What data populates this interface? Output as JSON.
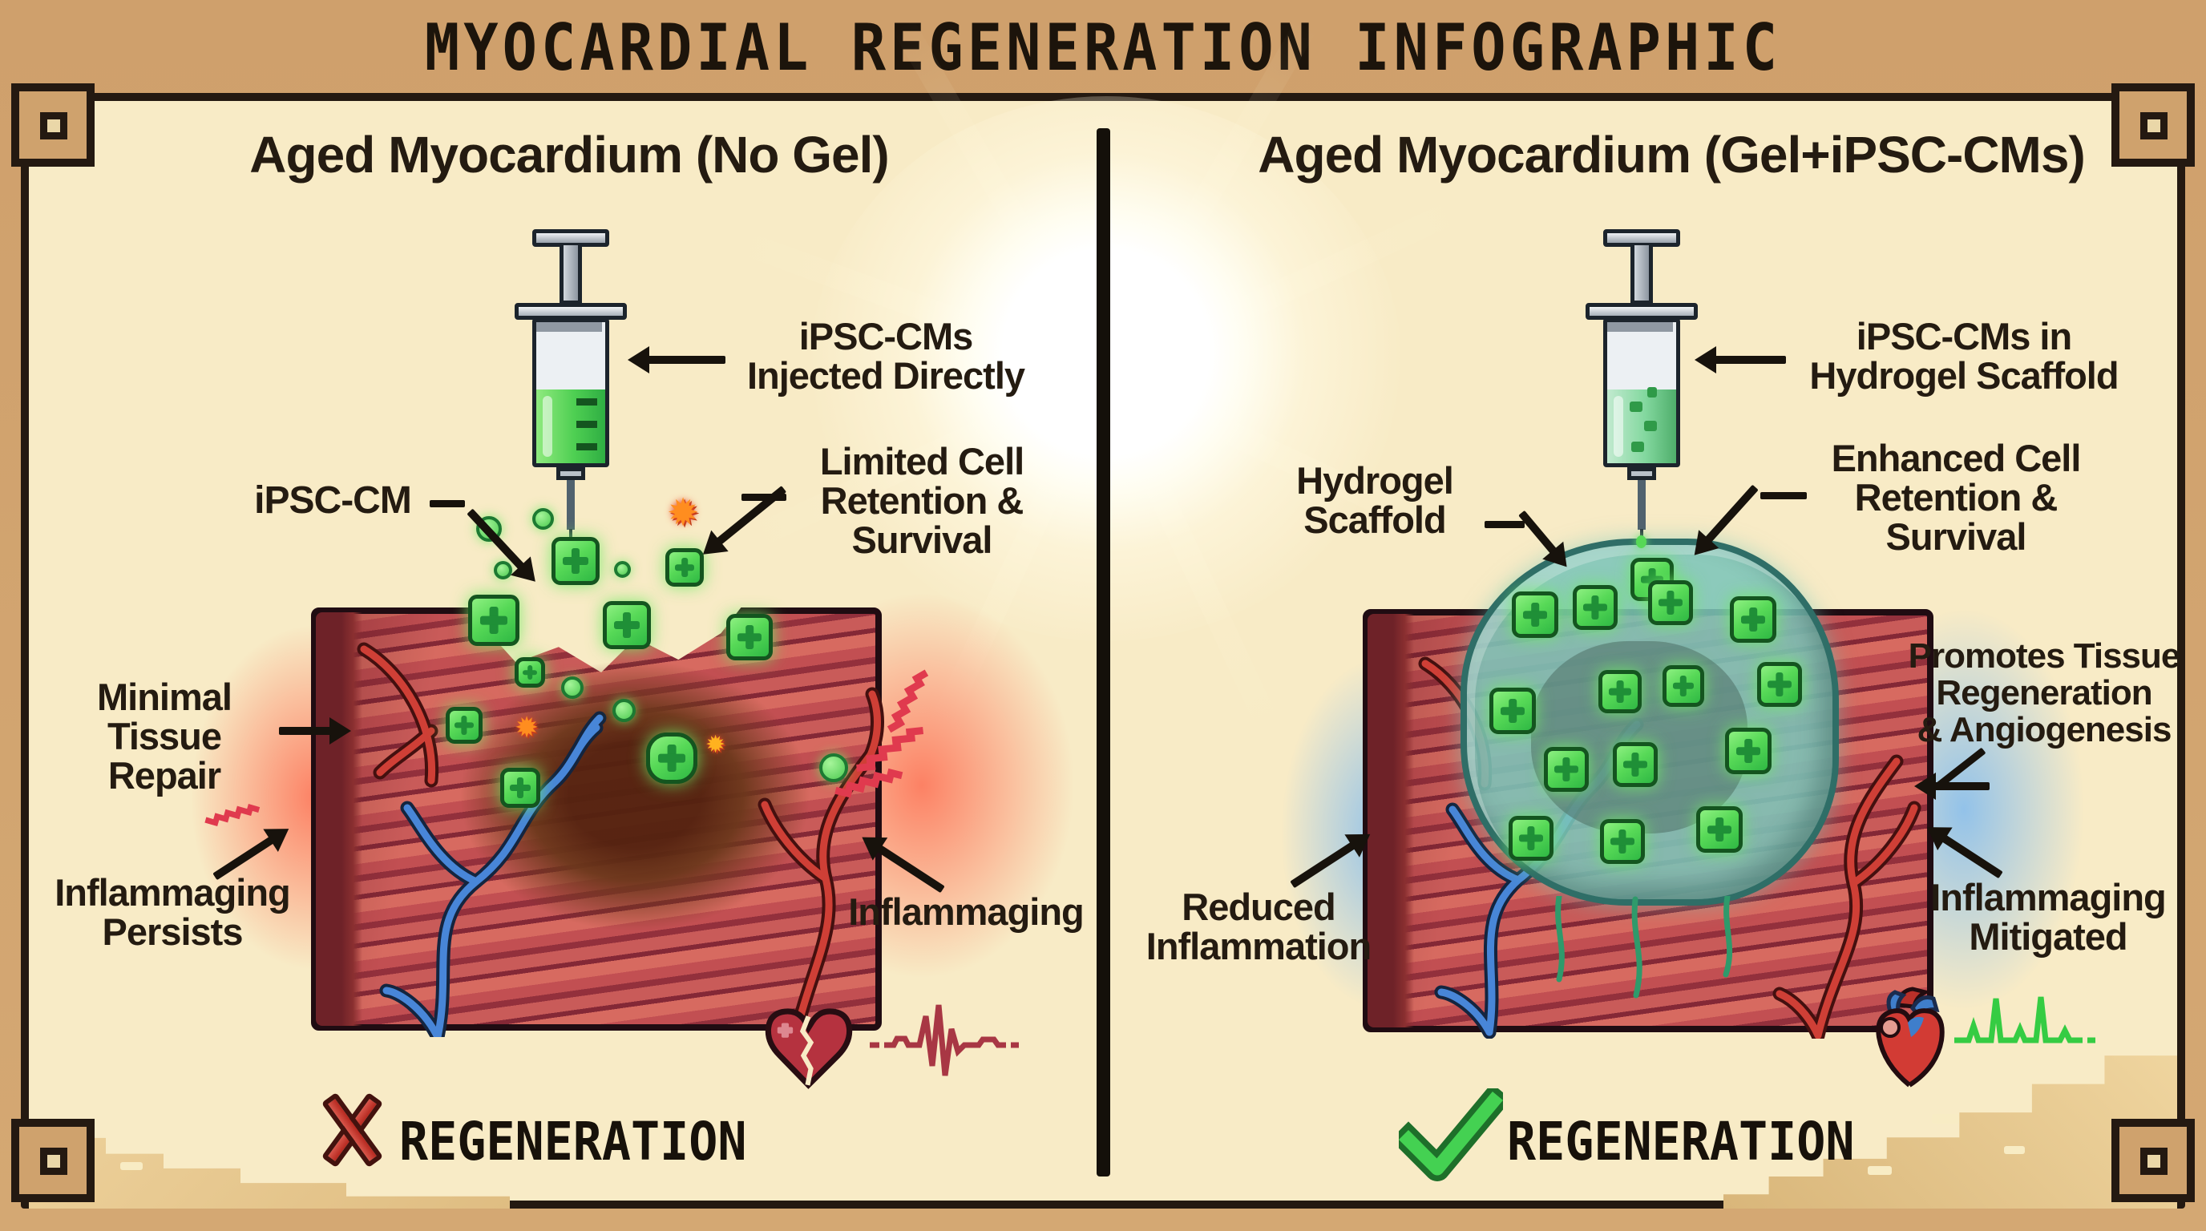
{
  "title": "MYOCARDIAL REGENERATION INFOGRAPHIC",
  "left_panel": {
    "heading": "Aged Myocardium (No Gel)",
    "syringe_label": [
      "iPSC-CMs",
      "Injected Directly"
    ],
    "cell_label": "iPSC-CM",
    "retention_label": [
      "Limited Cell",
      "Retention &",
      "Survival"
    ],
    "repair_label": [
      "Minimal",
      "Tissue",
      "Repair"
    ],
    "persists_label": [
      "Inflammaging",
      "Persists"
    ],
    "inflammaging_label": "Inflammaging",
    "verdict": "REGENERATION"
  },
  "right_panel": {
    "heading": "Aged Myocardium (Gel+iPSC-CMs)",
    "syringe_label": [
      "iPSC-CMs in",
      "Hydrogel Scaffold"
    ],
    "scaffold_label": [
      "Hydrogel",
      "Scaffold"
    ],
    "retention_label": [
      "Enhanced Cell",
      "Retention &",
      "Survival"
    ],
    "promotes_label": [
      "Promotes Tissue",
      "Regeneration",
      "& Angiogenesis"
    ],
    "reduced_label": [
      "Reduced",
      "Inflammation"
    ],
    "mitigated_label": [
      "Inflammaging",
      "Mitigated"
    ],
    "verdict": "REGENERATION"
  },
  "icons": {
    "burst": "✹"
  },
  "colors": {
    "frame_tan": "#d2a26e",
    "panel_cream": "#f8ebc6",
    "ink": "#241b11",
    "cell_green": "#57d957",
    "hydrogel_teal": "#7cc5b9",
    "tissue_red": "#c24f52",
    "vein_blue": "#4886d8",
    "artery_red": "#cf3f36",
    "glow_red": "#ff4433",
    "glow_blue": "#54a9ff",
    "x_red": "#c23a31",
    "check_green": "#44d152",
    "ecg_red": "#a83744",
    "ecg_green": "#35cc43"
  }
}
